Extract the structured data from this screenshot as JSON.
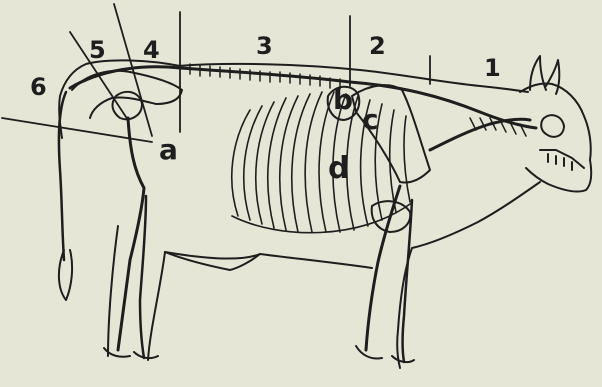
{
  "labels": {
    "region_1": "1",
    "region_2": "2",
    "region_3": "3",
    "region_4": "4",
    "region_5": "5",
    "region_6": "6",
    "a": "a",
    "b": "b",
    "c": "c",
    "d": "d"
  },
  "colors": {
    "background": "#e6e6d7",
    "line": "#1e1e1e"
  }
}
